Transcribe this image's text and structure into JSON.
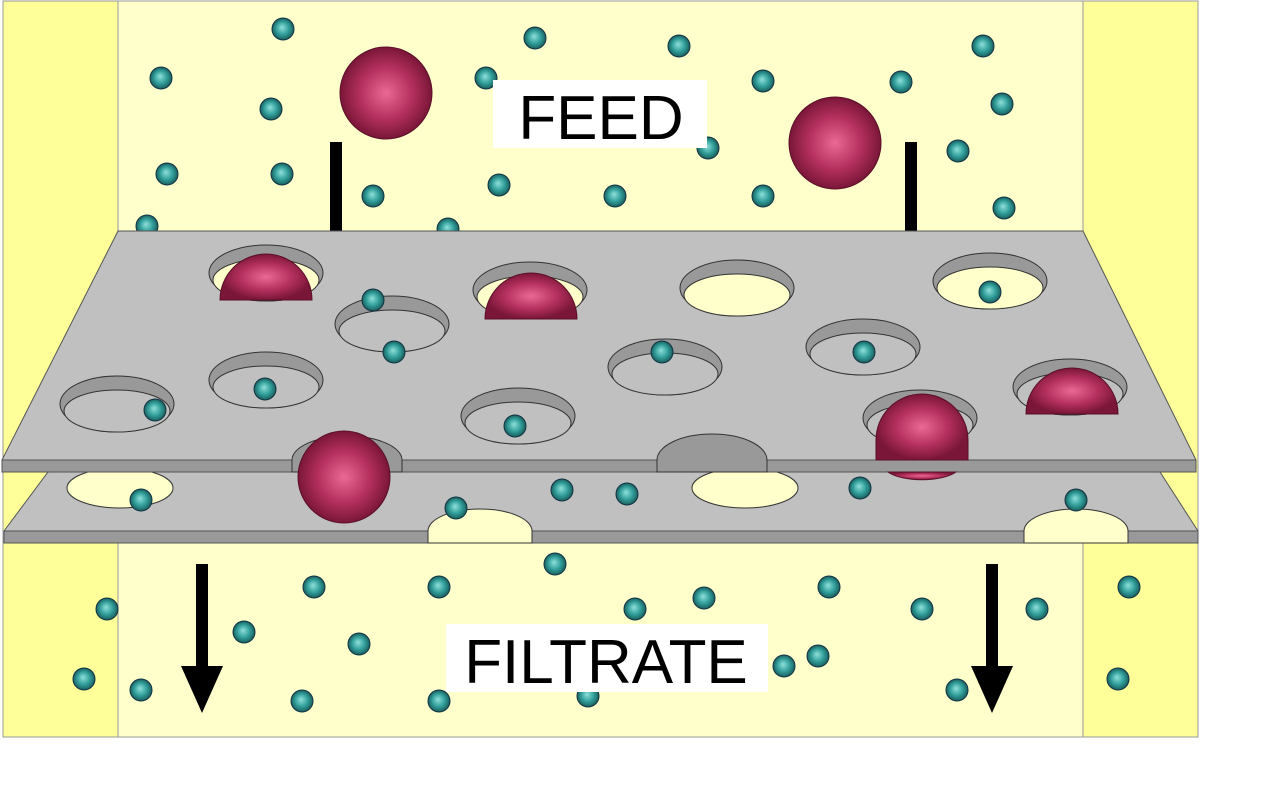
{
  "labels": {
    "feed": "FEED",
    "filtrate": "FILTRATE"
  },
  "colors": {
    "background": "#ffffff",
    "chamber_light": "#ffffcc",
    "chamber_side": "#ffff99",
    "membrane_top": "#c0c0c0",
    "membrane_edge": "#999999",
    "large_particle": "#a02050",
    "small_particle": "#2a8a88",
    "arrow": "#000000"
  },
  "icons": {
    "large_particle": "large-particle-sphere",
    "small_particle": "small-particle-sphere",
    "flow_arrow": "down-arrow-icon"
  }
}
